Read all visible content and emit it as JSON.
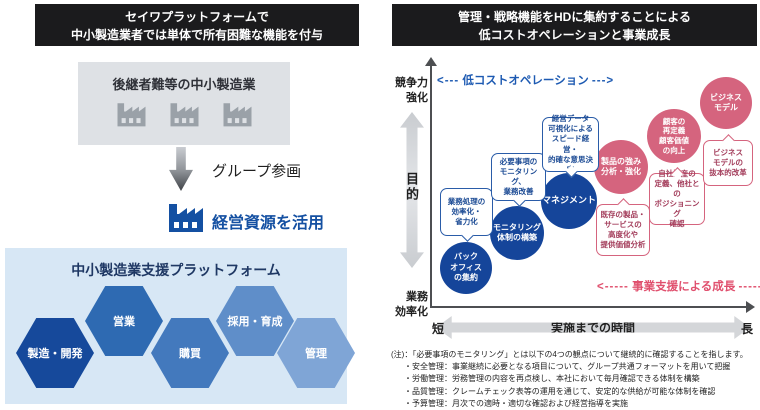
{
  "left": {
    "header": {
      "line1": "セイワプラットフォームで",
      "line2": "中小製造業者では単体で所有困難な機能を付与"
    },
    "sme_box": {
      "title": "後継者難等の中小製造業"
    },
    "join_arrow_label": "グループ参画",
    "resource_label": "経営資源を活用",
    "platform": {
      "title": "中小製造業支援プラットフォーム",
      "hexagons": [
        {
          "label": "製造・開発",
          "color": "#16499b"
        },
        {
          "label": "営業",
          "color": "#2e6ab2"
        },
        {
          "label": "購買",
          "color": "#4379bd"
        },
        {
          "label": "採用・育成",
          "color": "#5f8ec9"
        },
        {
          "label": "管理",
          "color": "#7fa5d6"
        }
      ]
    }
  },
  "right": {
    "header": {
      "line1": "管理・戦略機能をHDに集約することによる",
      "line2": "低コストオペレーションと事業成長"
    },
    "chart": {
      "y_top_line1": "競争力",
      "y_top_line2": "強化",
      "purpose_label": "目的",
      "y_bottom_line1": "業務",
      "y_bottom_line2": "効率化",
      "x_axis_label": "実施までの時間",
      "x_tick_short": "短",
      "x_tick_long": "長",
      "lowcost": {
        "prefix": "<---",
        "label": "低コストオペレーション",
        "suffix": "--->",
        "color": "#1d5ab2"
      },
      "growth": {
        "prefix": "<-----",
        "label": "事業支援による成長",
        "suffix": "----->",
        "color": "#e0506e"
      },
      "circles": [
        {
          "label": "バック\nオフィス\nの集約",
          "color": "#15459a"
        },
        {
          "label": "モニタリング\n体制の構築",
          "color": "#15459a"
        },
        {
          "label": "マネジメント",
          "color": "#15459a"
        },
        {
          "label": "製品の強み\n分析・強化",
          "color": "#d5647e"
        },
        {
          "label": "顧客の\n再定義\n顧客価値\nの向上",
          "color": "#d5647e"
        },
        {
          "label": "ビジネス\nモデル",
          "color": "#d5647e"
        }
      ],
      "bubbles": [
        {
          "label": "業務処理の\n効率化・\n省力化"
        },
        {
          "label": "必要事項の\nモニタリング、\n業務改善"
        },
        {
          "label": "経営データ\n可視化による\nスピード経営・\n的確な意思決定"
        },
        {
          "label": "既存の製品・\nサービスの\n高度化や\n提供価値分析"
        },
        {
          "label": "自社資産の\n定義、他社との\nポジショニング\n確認"
        },
        {
          "label": "ビジネス\nモデルの\n抜本的改革"
        }
      ]
    },
    "footnote": [
      "(注)：「必要事項のモニタリング」とは以下の4つの観点について継続的に確認することを指します。",
      "・安全管理：事業継続に必要となる項目について、グループ共通フォーマットを用いて把握",
      "・労働管理：労務管理の内容を再点検し、本社において毎月確認できる体制を構築",
      "・品質管理：クレームチェック表等の運用を通じて、安定的な供給が可能な体制を確認",
      "・予算管理：月次での適時・適切な確認および経営指導を実施"
    ]
  }
}
